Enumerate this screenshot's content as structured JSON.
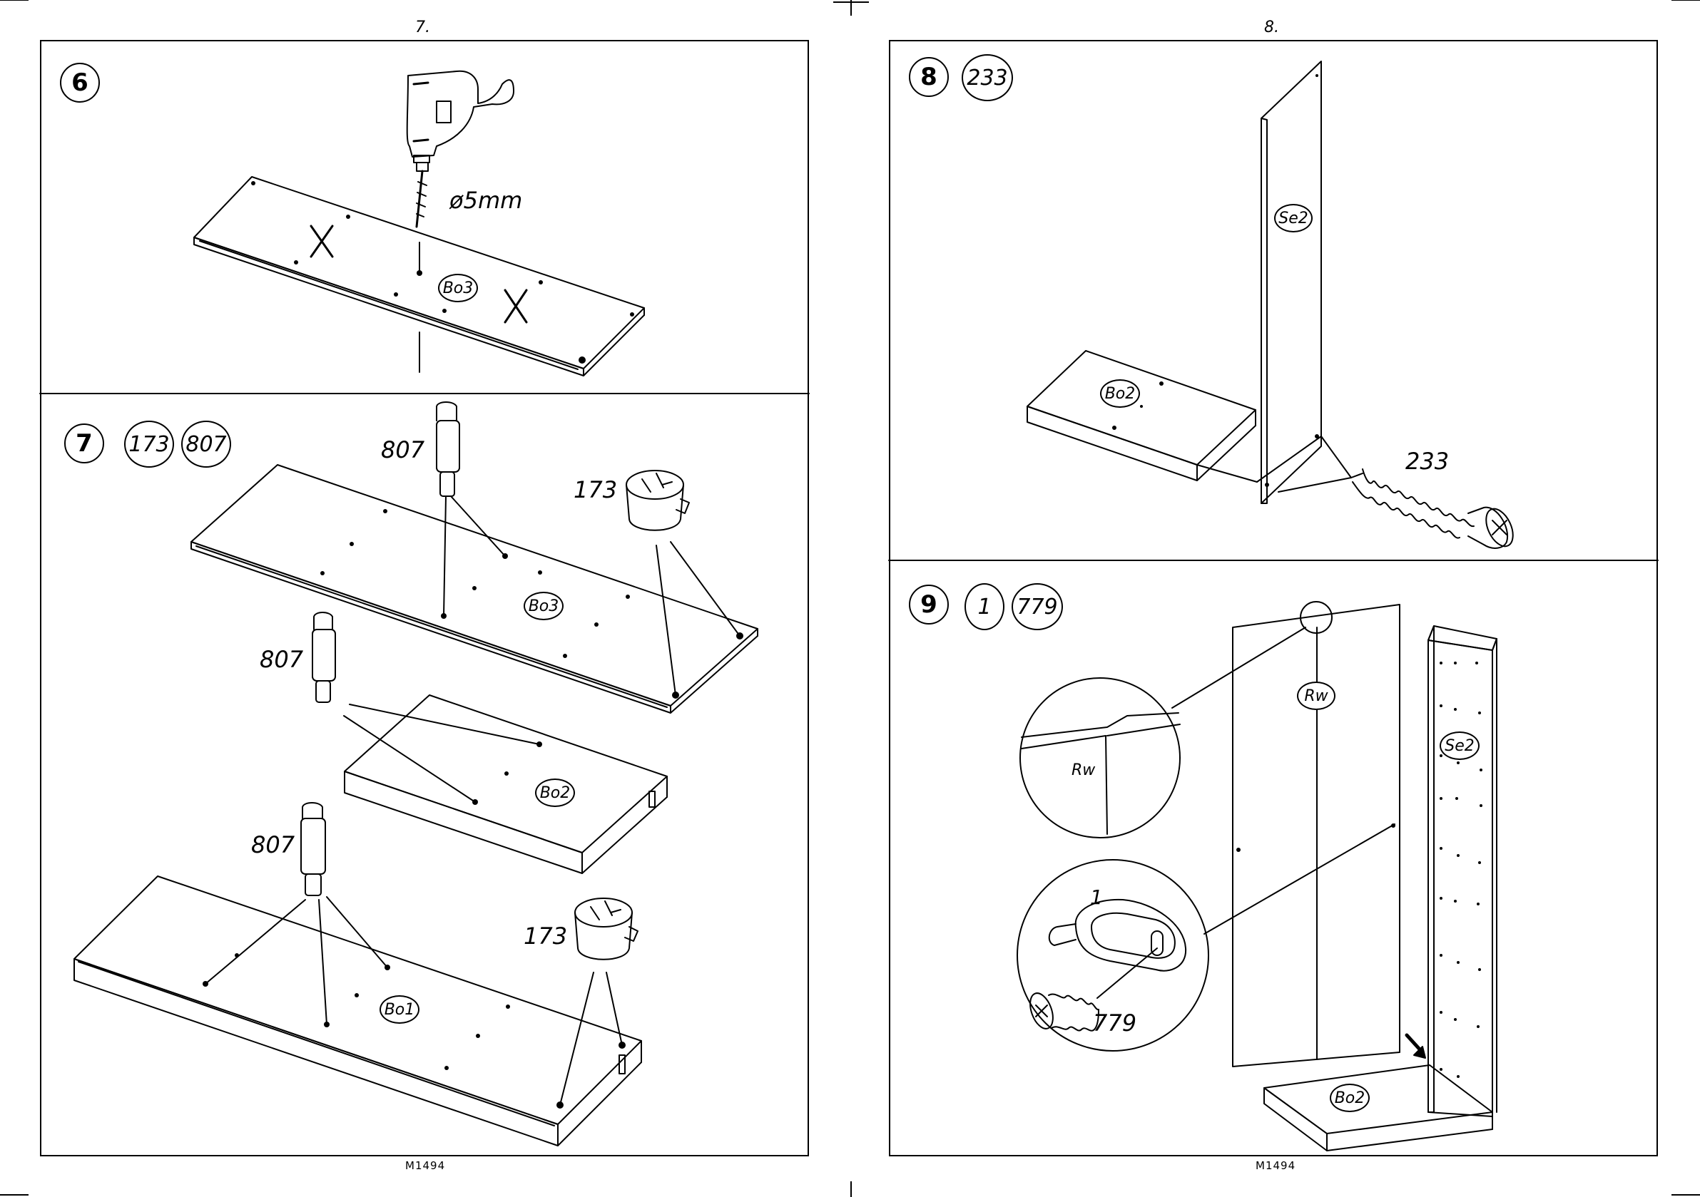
{
  "pages": {
    "left_number": "7.",
    "right_number": "8.",
    "model_left": "M1494",
    "model_right": "M1494"
  },
  "steps": {
    "s6": {
      "number": "6",
      "drill_label": "ø5mm",
      "board": "Bo3"
    },
    "s7": {
      "number": "7",
      "parts": [
        "173",
        "807"
      ],
      "labels": {
        "dowel_a": "807",
        "dowel_b": "807",
        "dowel_c": "807",
        "cam_a": "173",
        "cam_b": "173"
      },
      "boards": [
        "Bo3",
        "Bo2",
        "Bo1"
      ]
    },
    "s8": {
      "number": "8",
      "parts": [
        "233"
      ],
      "labels": {
        "screw": "233"
      },
      "boards": [
        "Se2",
        "Bo2"
      ]
    },
    "s9": {
      "number": "9",
      "parts": [
        "1",
        "779"
      ],
      "labels": {
        "clip": "1",
        "screw": "779",
        "detail": "Rw"
      },
      "boards": [
        "Rw",
        "Se2",
        "Bo2"
      ]
    }
  },
  "icons": [
    "drill-icon",
    "dowel-icon",
    "cam-lock-icon",
    "confirmat-screw-icon",
    "wall-clip-icon",
    "screw-icon",
    "arrow-icon"
  ]
}
